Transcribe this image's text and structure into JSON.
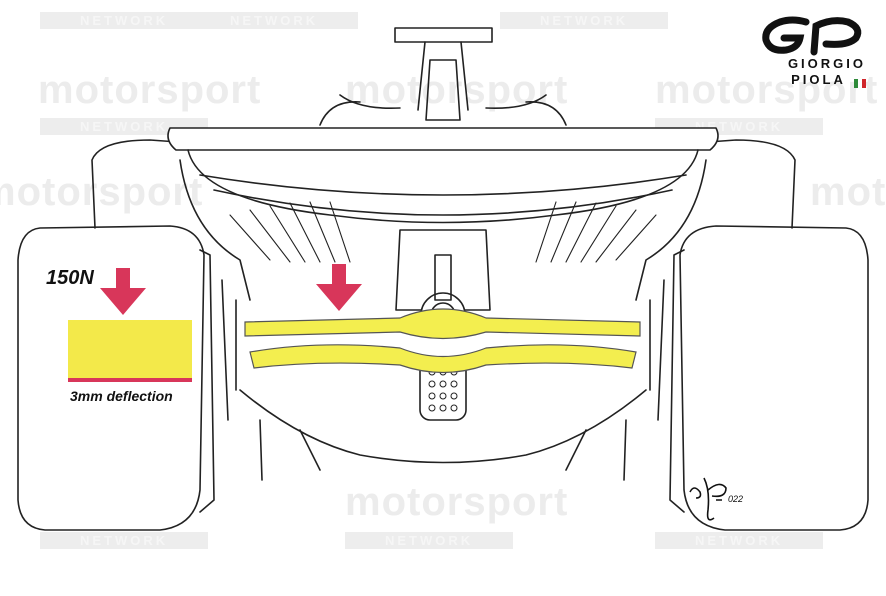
{
  "watermarks": {
    "brand": "motorsport",
    "network": "NETWORK"
  },
  "logo": {
    "name_line1": "GIORGIO",
    "name_line2": "PIOLA",
    "flag_colors": [
      "#2e8b3a",
      "#ffffff",
      "#d0262b"
    ]
  },
  "annotation": {
    "force_label": "150N",
    "deflection_label": "3mm deflection",
    "arrow_color": "#d8365a",
    "block_color": "#f3e94a",
    "block_base_color": "#d8365a"
  },
  "highlight_color": "#f3ee4f",
  "signature": {
    "year": "022"
  }
}
